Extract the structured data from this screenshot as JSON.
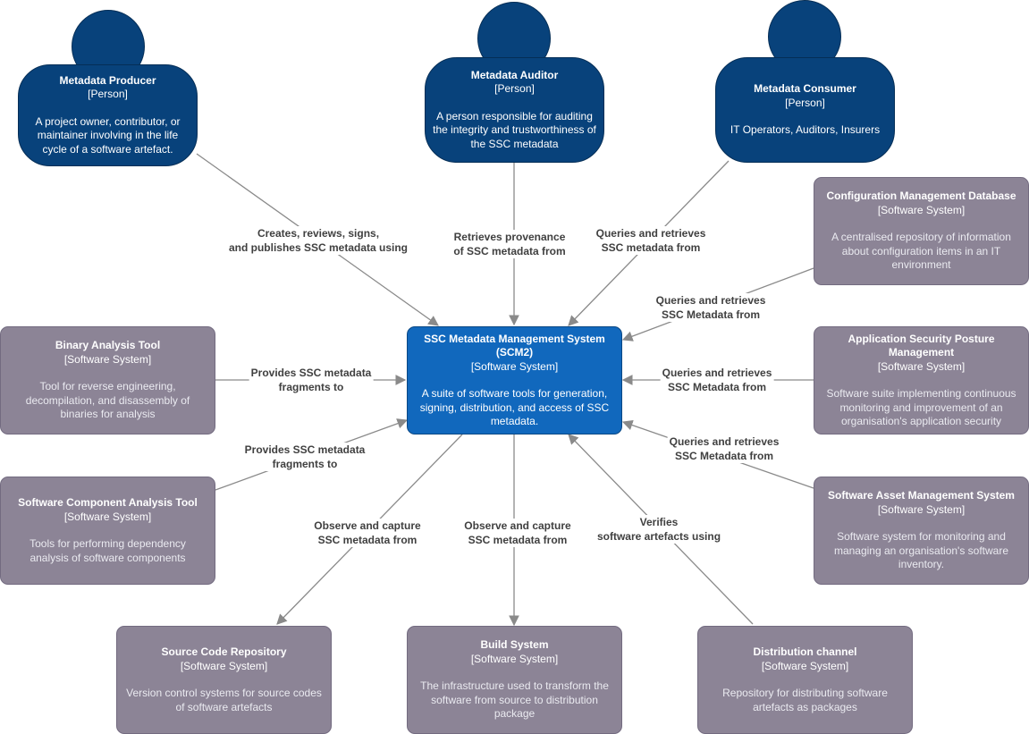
{
  "people": {
    "producer": {
      "name": "Metadata Producer",
      "type": "[Person]",
      "desc1": "A project owner, contributor, or",
      "desc2": "maintainer involving in the life",
      "desc3": "cycle of a software artefact."
    },
    "auditor": {
      "name": "Metadata Auditor",
      "type": "[Person]",
      "desc1": "A person responsible for auditing",
      "desc2": "the integrity and trustworthiness of",
      "desc3": "the SSC metadata"
    },
    "consumer": {
      "name": "Metadata Consumer",
      "type": "[Person]",
      "desc1": "IT Operators, Auditors, Insurers"
    }
  },
  "core": {
    "name1": "SSC Metadata Management System",
    "name2": "(SCM2)",
    "type": "[Software System]",
    "desc1": "A suite of software tools for generation,",
    "desc2": "signing, distribution, and access of SSC",
    "desc3": "metadata."
  },
  "systems": {
    "cmdb": {
      "name": "Configuration Management Database",
      "type": "[Software System]",
      "desc1": "A centralised repository of information",
      "desc2": "about configuration items in an IT",
      "desc3": "environment"
    },
    "binary": {
      "name": "Binary Analysis Tool",
      "type": "[Software System]",
      "desc1": "Tool for reverse engineering,",
      "desc2": "decompilation, and disassembly of",
      "desc3": "binaries for analysis"
    },
    "aspm": {
      "name1": "Application Security Posture",
      "name2": "Management",
      "type": "[Software System]",
      "desc1": "Software suite implementing continuous",
      "desc2": "monitoring and improvement of an",
      "desc3": "organisation's application security"
    },
    "sca": {
      "name": "Software Component Analysis Tool",
      "type": "[Software System]",
      "desc1": "Tools for performing dependency",
      "desc2": "analysis of software components"
    },
    "sam": {
      "name": "Software Asset Management System",
      "type": "[Software System]",
      "desc1": "Software system for monitoring and",
      "desc2": "managing an organisation's software",
      "desc3": "inventory."
    },
    "scr": {
      "name": "Source Code Repository",
      "type": "[Software System]",
      "desc1": "Version control systems for source codes",
      "desc2": "of software artefacts"
    },
    "build": {
      "name": "Build System",
      "type": "[Software System]",
      "desc1": "The infrastructure used to transform the",
      "desc2": "software from source to distribution",
      "desc3": "package"
    },
    "dist": {
      "name": "Distribution channel",
      "type": "[Software System]",
      "desc1": "Repository for distributing software",
      "desc2": "artefacts as packages"
    }
  },
  "edges": {
    "producer": {
      "l1": "Creates, reviews, signs,",
      "l2": "and publishes SSC metadata using"
    },
    "auditor": {
      "l1": "Retrieves provenance",
      "l2": "of SSC metadata from"
    },
    "consumer": {
      "l1": "Queries and retrieves",
      "l2": "SSC metadata from"
    },
    "cmdb": {
      "l1": "Queries and retrieves",
      "l2": "SSC Metadata from"
    },
    "binary": {
      "l1": "Provides SSC metadata",
      "l2": "fragments to"
    },
    "aspm": {
      "l1": "Queries and retrieves",
      "l2": "SSC Metadata from"
    },
    "sca": {
      "l1": "Provides SSC metadata",
      "l2": "fragments to"
    },
    "sam": {
      "l1": "Queries and retrieves",
      "l2": "SSC Metadata from"
    },
    "scr": {
      "l1": "Observe and capture",
      "l2": "SSC metadata from"
    },
    "build": {
      "l1": "Observe and capture",
      "l2": "SSC metadata from"
    },
    "dist": {
      "l1": "Verifies",
      "l2": "software artefacts using"
    }
  },
  "colors": {
    "person": "#08427b",
    "core": "#1168bd",
    "external": "#8c8496",
    "line": "#8a8a8a"
  }
}
